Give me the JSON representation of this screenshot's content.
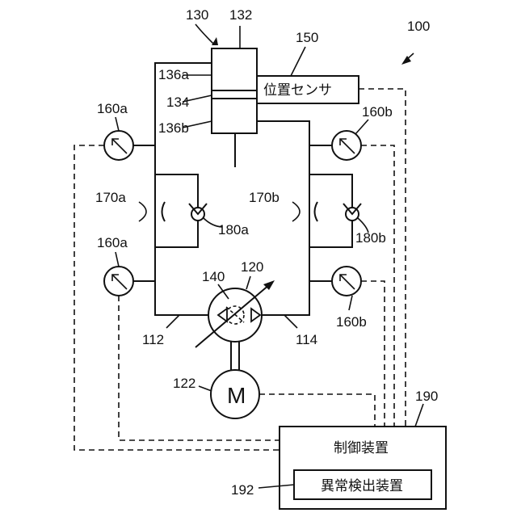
{
  "labels": {
    "system": "100",
    "cylinder": "130",
    "cylinder_body": "132",
    "piston": "134",
    "chamber_a": "136a",
    "chamber_b": "136b",
    "position_sensor_ref": "150",
    "position_sensor_text": "位置センサ",
    "gauge_upper_left": "160a",
    "gauge_upper_right": "160b",
    "gauge_lower_left": "160a",
    "gauge_lower_right": "160b",
    "orifice_left": "170a",
    "orifice_right": "170b",
    "check_left": "180a",
    "check_right": "180b",
    "pump_ref": "120",
    "pump_inner": "140",
    "line_left": "112",
    "line_right": "114",
    "motor_ref": "122",
    "motor_symbol": "M",
    "controller_ref": "190",
    "controller_text": "制御装置",
    "detector_ref": "192",
    "detector_text": "異常検出装置"
  }
}
